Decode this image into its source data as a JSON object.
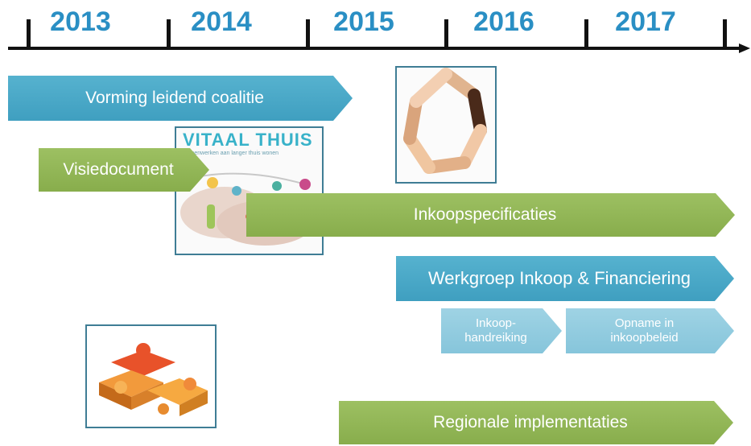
{
  "timeline": {
    "years": [
      "2013",
      "2014",
      "2015",
      "2016",
      "2017"
    ]
  },
  "arrows": {
    "vorming": "Vorming leidend coalitie",
    "visiedocument": "Visiedocument",
    "inkoopspecificaties": "Inkoopspecificaties",
    "werkgroep": "Werkgroep Inkoop & Financiering",
    "inkoop_handreiking": [
      "Inkoop-",
      "handreiking"
    ],
    "opname_inkoopbeleid": [
      "Opname in",
      "inkoopbeleid"
    ],
    "regionale": "Regionale implementaties"
  },
  "vitaal_thuis": {
    "title": "VITAAL THUIS",
    "subtitle": "Samenwerken aan langer thuis wonen"
  },
  "colors": {
    "year_text": "#2a8fc4",
    "blue_arrow": "#4aa8c8",
    "green_arrow": "#93b757",
    "light_blue_arrow": "#93cce0"
  }
}
